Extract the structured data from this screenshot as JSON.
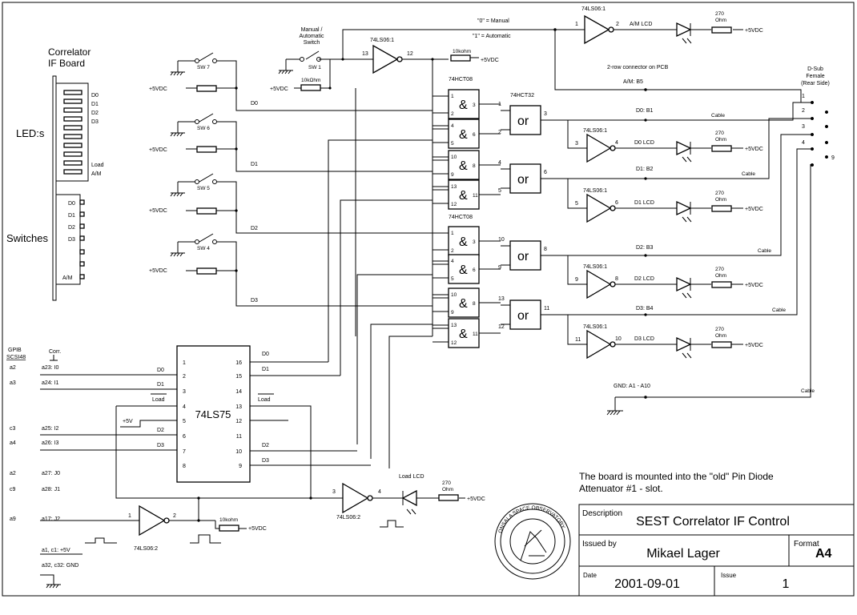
{
  "board": {
    "title_line1": "Correlator",
    "title_line2": "IF Board",
    "leds_label": "LED:s",
    "switches_label": "Switches",
    "led_labels": [
      "D0",
      "D1",
      "D2",
      "D3",
      "Load",
      "A/M"
    ],
    "switch_labels": [
      "D0",
      "D1",
      "D2",
      "D3",
      "A/M"
    ]
  },
  "manual_switch": {
    "label_line1": "Manual /",
    "label_line2": "Automatic",
    "label_line3": "Switch",
    "sw_name": "SW 1",
    "res": "10kΩhm",
    "vcc": "+5VDC"
  },
  "inverter_main": {
    "name": "74LS06:1",
    "pin_in": "13",
    "pin_out": "12",
    "res": "10kohm",
    "vcc": "+5VDC"
  },
  "mode_labels": {
    "manual": "\"0\" = Manual",
    "auto": "\"1\" = Automatic"
  },
  "am_led": {
    "inv_name": "74LS06:1",
    "pin_in": "1",
    "pin_out": "2",
    "label": "A/M LCD",
    "res_top": "270",
    "res_bot": "Ohm",
    "vcc": "+5VDC"
  },
  "connector_note": "2-row connector on PCB",
  "am_b5": "A/M: B5",
  "dsub": {
    "line1": "D-Sub",
    "line2": "Female",
    "line3": "(Rear Side)",
    "pins": [
      "1",
      "2",
      "3",
      "4",
      "9"
    ]
  },
  "switches": [
    {
      "name": "SW 7",
      "vcc": "+5VDC",
      "net": "D0"
    },
    {
      "name": "SW 6",
      "vcc": "+5VDC",
      "net": "D1"
    },
    {
      "name": "SW 5",
      "vcc": "+5VDC",
      "net": "D2"
    },
    {
      "name": "SW 4",
      "vcc": "+5VDC",
      "net": "D3"
    }
  ],
  "and_chips": [
    "74HCT08",
    "74HCT08"
  ],
  "and_symbol": "&",
  "and_pins": [
    [
      "1",
      "2",
      "3"
    ],
    [
      "4",
      "5",
      "6"
    ],
    [
      "10",
      "9",
      "8"
    ],
    [
      "13",
      "12",
      "11"
    ],
    [
      "1",
      "2",
      "3"
    ],
    [
      "4",
      "5",
      "6"
    ],
    [
      "10",
      "9",
      "8"
    ],
    [
      "13",
      "12",
      "11"
    ]
  ],
  "or_chip": "74HCT32",
  "or_symbol": "or",
  "or_gates": [
    {
      "in1": "1",
      "in2": "2",
      "out": "3",
      "b_label": "D0: B1"
    },
    {
      "in1": "4",
      "in2": "5",
      "out": "6",
      "b_label": "D1: B2"
    },
    {
      "in1": "10",
      "in2": "9",
      "out": "8",
      "b_label": "D2: B3"
    },
    {
      "in1": "13",
      "in2": "12",
      "out": "11",
      "b_label": "D3: B4"
    }
  ],
  "cable_label": "Cable",
  "led_drivers": [
    {
      "name": "74LS06:1",
      "pin_in": "3",
      "pin_out": "4",
      "label": "D0 LCD",
      "res_top": "270",
      "res_bot": "Ohm",
      "vcc": "+5VDC"
    },
    {
      "name": "74LS06:1",
      "pin_in": "5",
      "pin_out": "6",
      "label": "D1 LCD",
      "res_top": "270",
      "res_bot": "Ohm",
      "vcc": "+5VDC"
    },
    {
      "name": "74LS06:1",
      "pin_in": "9",
      "pin_out": "8",
      "label": "D2 LCD",
      "res_top": "270",
      "res_bot": "Ohm",
      "vcc": "+5VDC"
    },
    {
      "name": "74LS06:1",
      "pin_in": "11",
      "pin_out": "10",
      "label": "D3 LCD",
      "res_top": "270",
      "res_bot": "Ohm",
      "vcc": "+5VDC"
    }
  ],
  "gnd_label": "GND: A1 - A10",
  "gpib": {
    "header_left_1": "GPIB",
    "header_left_2": "SCSI48",
    "header_right": "Corr.",
    "rows": [
      {
        "gpib": "a2",
        "corr": "a23: I0"
      },
      {
        "gpib": "a3",
        "corr": "a24: I1"
      },
      {
        "gpib": "c3",
        "corr": "a25: I2"
      },
      {
        "gpib": "a4",
        "corr": "a26: I3"
      },
      {
        "gpib": "a2",
        "corr": "a27: J0"
      },
      {
        "gpib": "c9",
        "corr": "a28: J1"
      },
      {
        "gpib": "a9",
        "corr": "a17: J2"
      }
    ],
    "note1": "a1, c1: +5V",
    "note2": "a32, c32: GND"
  },
  "latch": {
    "name": "74LS75",
    "left_pins": [
      "1",
      "2",
      "3",
      "4",
      "5",
      "6",
      "7",
      "8"
    ],
    "right_pins": [
      "16",
      "15",
      "14",
      "13",
      "12",
      "11",
      "10",
      "9"
    ],
    "in_labels": [
      "D0",
      "D1",
      "Load",
      "D2",
      "D3"
    ],
    "out_labels": [
      "D0",
      "D1",
      "Load",
      "D2",
      "D3"
    ],
    "vcc": "+5V"
  },
  "load_inverter": {
    "name": "74LS06:2",
    "pin_in": "1",
    "pin_out": "2",
    "res": "10kohm",
    "vcc": "+5VDC"
  },
  "load_led": {
    "name": "74LS06:2",
    "pin_in": "3",
    "pin_out": "4",
    "label": "Load LCD",
    "res_top": "270",
    "res_bot": "Ohm",
    "vcc": "+5VDC"
  },
  "mount_note_line1": "The board is mounted into the \"old\" Pin Diode",
  "mount_note_line2": "Attenuator #1 - slot.",
  "titleblock": {
    "desc_label": "Description",
    "desc_value": "SEST Correlator IF Control",
    "format_label": "Format",
    "format_value": "A4",
    "issued_label": "Issued by",
    "issued_value": "Mikael Lager",
    "date_label": "Date",
    "date_value": "2001-09-01",
    "issue_label": "Issue",
    "issue_value": "1"
  },
  "seal_text": "ONSALA SPACE OBSERVATORY"
}
